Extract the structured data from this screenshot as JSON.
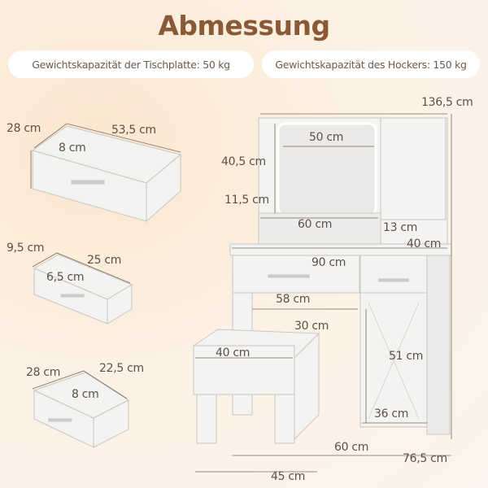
{
  "title": "Abmessung",
  "capacities": [
    "Gewichtskapazität der Tischplatte: 50 kg",
    "Gewichtskapazität des Hockers: 150 kg"
  ],
  "large_drawer": {
    "depth": "28 cm",
    "width": "53,5 cm",
    "height": "8 cm"
  },
  "small_drawer": {
    "depth": "9,5 cm",
    "width": "25 cm",
    "height": "6,5 cm"
  },
  "side_drawer": {
    "depth": "28 cm",
    "width": "22,5 cm",
    "height": "8 cm"
  },
  "vanity": {
    "total_height": "136,5 cm",
    "mirror_width": "50 cm",
    "mirror_height": "40,5 cm",
    "shelf_height": "11,5 cm",
    "shelf_width": "60 cm",
    "side_shelf_height": "13 cm",
    "depth": "40 cm",
    "table_width": "90 cm",
    "knee_width": "58 cm",
    "cabinet_height": "51 cm",
    "cabinet_width": "36 cm",
    "table_height": "60 cm",
    "table_total_width": "76,5 cm"
  },
  "stool": {
    "depth": "30 cm",
    "width": "40 cm",
    "height": "45 cm"
  },
  "colors": {
    "title": "#8a5a36",
    "furniture": "#f4f4f2",
    "line": "#7a6a5c"
  }
}
